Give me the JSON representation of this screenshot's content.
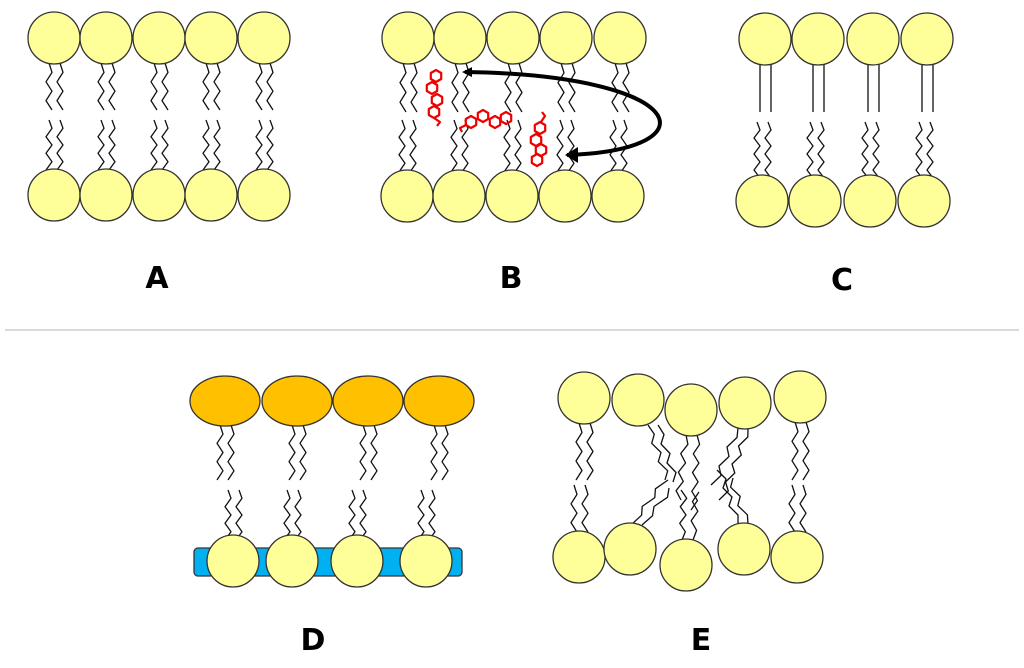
{
  "panels": [
    {
      "id": "A",
      "label": "A"
    },
    {
      "id": "B",
      "label": "B"
    },
    {
      "id": "C",
      "label": "C"
    },
    {
      "id": "D",
      "label": "D"
    },
    {
      "id": "E",
      "label": "E"
    }
  ],
  "colors": {
    "lipid_head": "#ffff99",
    "lipid_head_D_top": "#ffc000",
    "anchor_bar": "#00b0f0",
    "cholesterol": "#ee0000",
    "tail": "#111111",
    "divider": "#d9d9d9",
    "arrow": "#000000"
  }
}
